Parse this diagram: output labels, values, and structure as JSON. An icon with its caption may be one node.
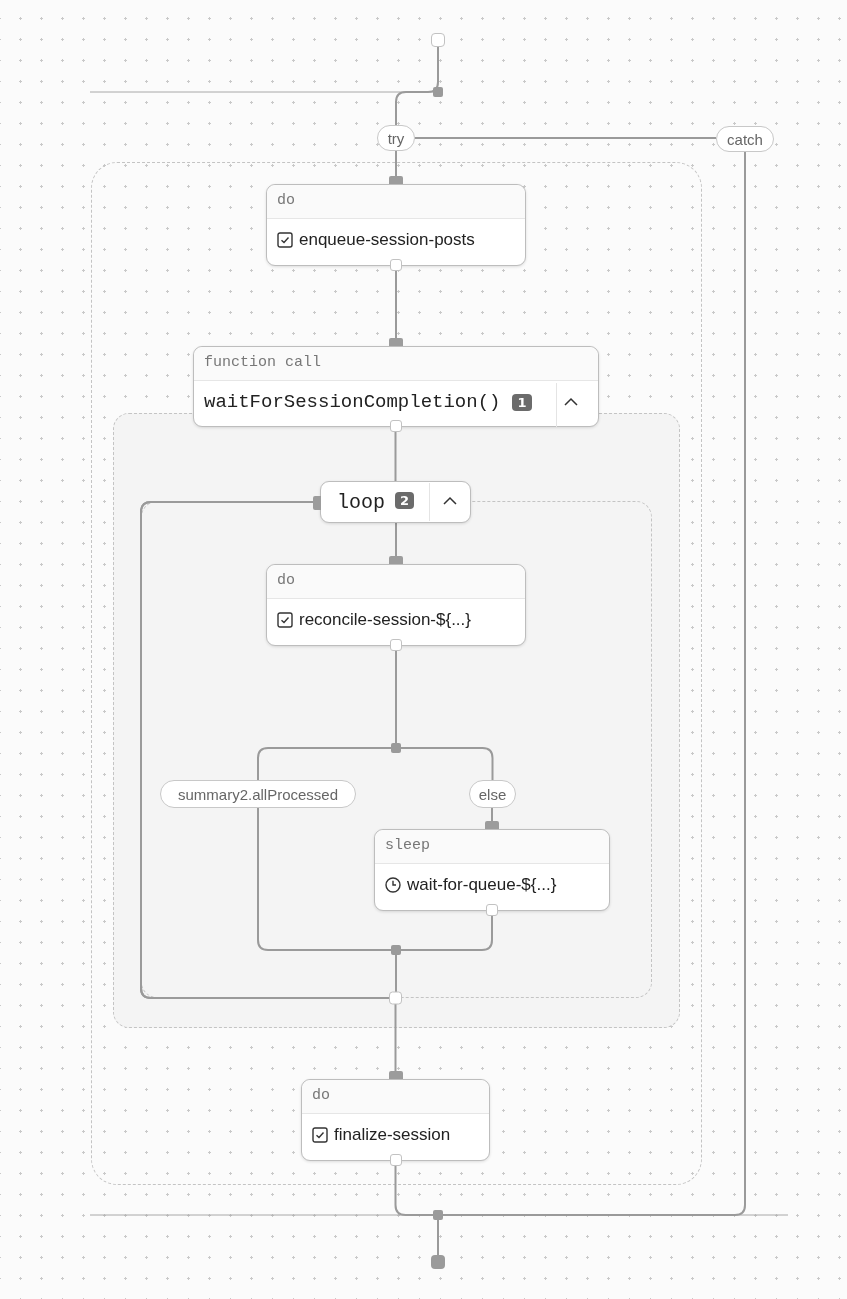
{
  "diagram": {
    "nodes": [
      {
        "text": [],
        "shape": "box"
      },
      {
        "text": [
          "try"
        ]
      },
      {
        "text": [
          "catch"
        ]
      },
      {
        "text": [],
        "shape": "box"
      },
      {
        "text": [
          "do",
          "enqueue-session-posts"
        ],
        "in": 3
      },
      {
        "text": [
          "function call",
          "waitForSessionCompletion()",
          "1"
        ],
        "in": 3
      },
      {
        "text": [],
        "shape": "box",
        "in": 3
      },
      {
        "text": [
          "loop",
          "2"
        ],
        "in": 6
      },
      {
        "text": [],
        "shape": "box",
        "in": 6
      },
      {
        "text": [
          "do",
          "reconcile-session-${...}"
        ],
        "in": 8
      },
      {
        "text": [
          "summary2.allProcessed"
        ],
        "in": 8
      },
      {
        "text": [
          "else"
        ],
        "in": 8
      },
      {
        "text": [
          "sleep",
          "wait-for-queue-${...}"
        ],
        "in": 8
      },
      {
        "text": [
          "do",
          "finalize-session"
        ],
        "in": 3
      },
      {
        "text": [],
        "shape": "box"
      }
    ],
    "edges": [
      {
        "from": 0,
        "to": 1,
        "arrow": "none"
      },
      {
        "from": 1,
        "to": 2,
        "arrow": "none"
      },
      {
        "from": 1,
        "to": 4,
        "arrow": "none"
      },
      {
        "from": 4,
        "to": 5,
        "arrow": "none"
      },
      {
        "from": 5,
        "to": 7,
        "arrow": "none"
      },
      {
        "from": 7,
        "to": 9,
        "arrow": "none"
      },
      {
        "from": 9,
        "to": 10,
        "arrow": "none"
      },
      {
        "from": 9,
        "to": 11,
        "arrow": "none"
      },
      {
        "from": 11,
        "to": 12,
        "arrow": "none"
      },
      {
        "from": 10,
        "to": 7,
        "arrow": "none"
      },
      {
        "from": 12,
        "to": 7,
        "arrow": "none"
      },
      {
        "from": 8,
        "to": 13,
        "arrow": "other"
      },
      {
        "from": 13,
        "to": 14,
        "arrow": "none"
      },
      {
        "from": 2,
        "to": 14,
        "arrow": "none"
      }
    ]
  }
}
